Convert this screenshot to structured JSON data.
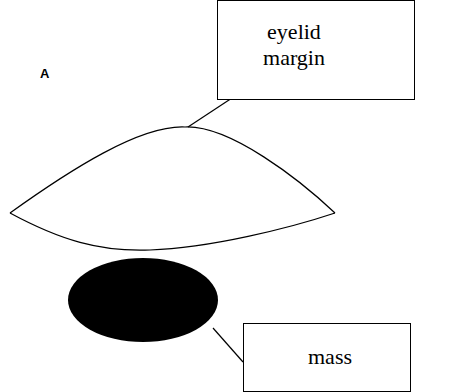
{
  "diagram": {
    "nodes": [
      {
        "text": [
          "eyelid margin"
        ]
      },
      {
        "text": [
          "mass"
        ]
      }
    ],
    "labels": [
      "A"
    ]
  }
}
